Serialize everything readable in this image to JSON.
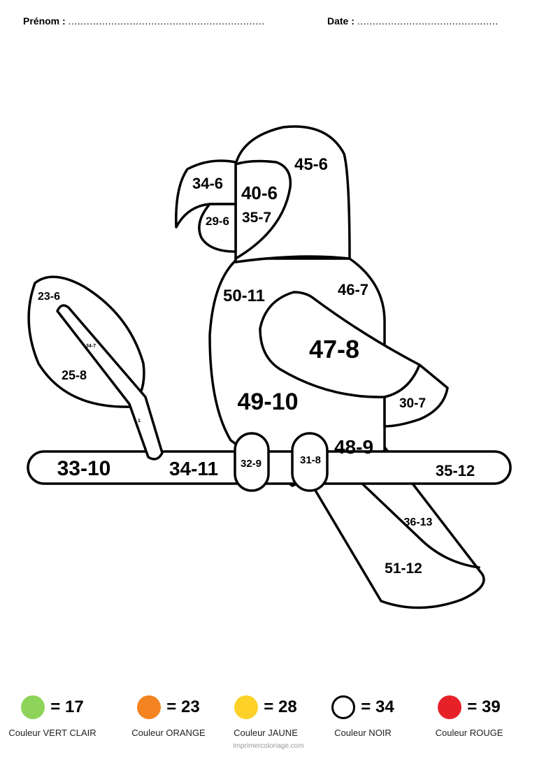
{
  "header": {
    "name_label": "Prénom :",
    "name_dots": "................................................................",
    "date_label": "Date :",
    "date_dots": ".............................................."
  },
  "drawing": {
    "head_top": "45-6",
    "beak_upper": "34-6",
    "beak_lower": "29-6",
    "eye_patch": "40-6",
    "cheek": "35-7",
    "neck": "50-11",
    "back": "46-7",
    "wing": "47-8",
    "belly": "49-10",
    "wing_tip": "30-7",
    "lower_belly": "48-9",
    "foot_left": "32-9",
    "foot_right": "31-8",
    "tail_inner": "36-13",
    "tail_outer": "51-12",
    "perch_left": "33-10",
    "perch_middle": "34-11",
    "perch_right": "35-12",
    "leaf_top": "23-6",
    "leaf_bottom": "25-8",
    "stem_upper": "34-7",
    "stem_lower": "1"
  },
  "legend": [
    {
      "value": "= 17",
      "name": "Couleur VERT CLAIR",
      "color": "#8fd45a"
    },
    {
      "value": "= 23",
      "name": "Couleur ORANGE",
      "color": "#f38421"
    },
    {
      "value": "= 28",
      "name": "Couleur JAUNE",
      "color": "#fdd128"
    },
    {
      "value": "= 34",
      "name": "Couleur NOIR",
      "color": "#ffffff"
    },
    {
      "value": "= 39",
      "name": "Couleur ROUGE",
      "color": "#e62228"
    }
  ],
  "footer": "imprimercoloriage.com"
}
